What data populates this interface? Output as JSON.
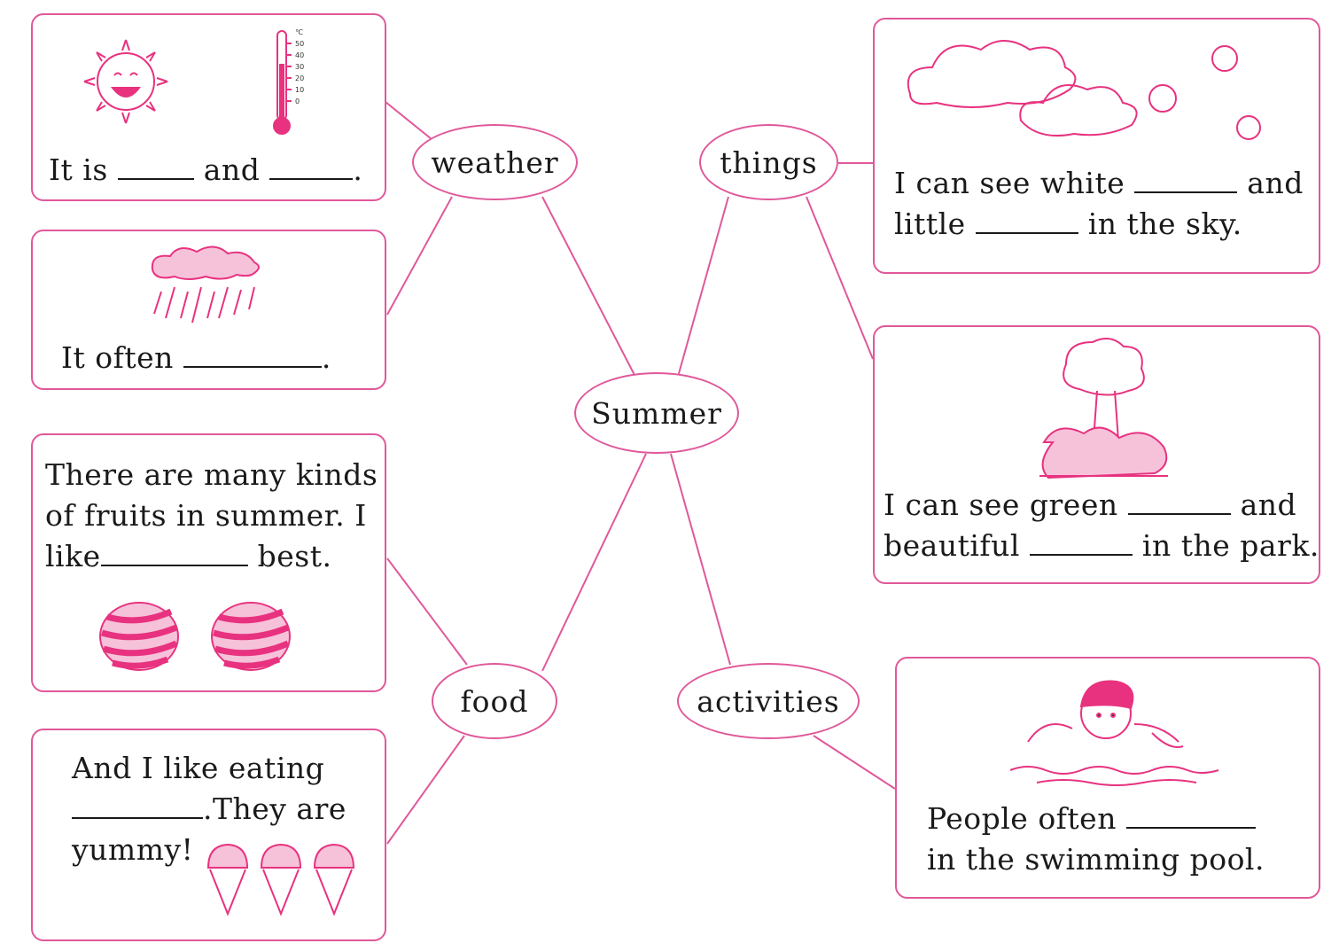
{
  "center": {
    "label": "Summer"
  },
  "nodes": {
    "weather": "weather",
    "things": "things",
    "food": "food",
    "activities": "activities"
  },
  "thermometer": {
    "unit": "℃",
    "ticks": [
      "50",
      "40",
      "30",
      "20",
      "10",
      "0"
    ]
  },
  "cards": {
    "weather_sunny": {
      "before": "It is",
      "mid": "and",
      "end": "."
    },
    "weather_rain": {
      "before": "It often",
      "end": "."
    },
    "sky": {
      "line1_before": "I can see white",
      "line1_after": "and",
      "line2_before": "little",
      "line2_after": "in the sky."
    },
    "park": {
      "line1_before": "I can see green",
      "line1_after": "and",
      "line2_before": "beautiful",
      "line2_after": "in the park."
    },
    "fruit": {
      "line1": "There are many kinds",
      "line2": "of fruits in summer. I",
      "line3_before": "like",
      "line3_after": "best."
    },
    "icecream": {
      "line1": "And I like eating",
      "line2_after": ".They are",
      "line3": "yummy!"
    },
    "swim": {
      "line1_before": "People often",
      "line2": "in the swimming pool."
    }
  },
  "colors": {
    "accent": "#e0589a",
    "ink": "#e8327f",
    "text": "#1a1a1a"
  }
}
